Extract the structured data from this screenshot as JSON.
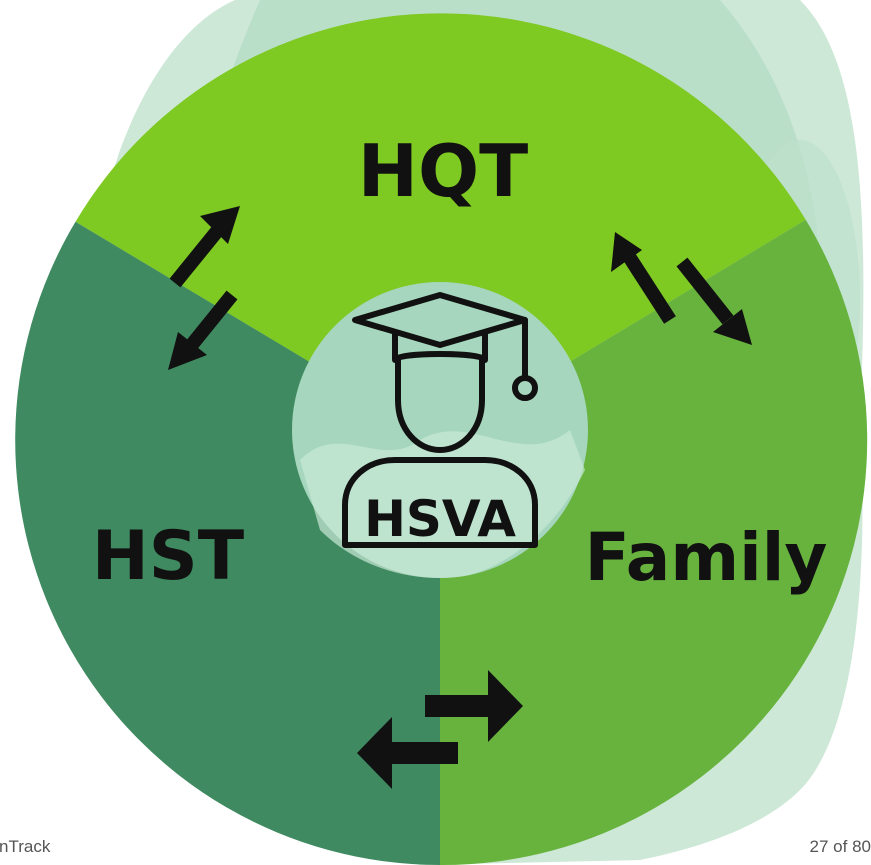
{
  "diagram": {
    "center_label": "HSVA",
    "segments": [
      {
        "id": "hqt",
        "label": "HQT",
        "color": "#7fc923"
      },
      {
        "id": "family",
        "label": "Family",
        "color": "#67b33d"
      },
      {
        "id": "hst",
        "label": "HST",
        "color": "#3f8a60"
      }
    ],
    "center_color": "#a6d6bd",
    "icons": {
      "center": "graduate-cap-icon",
      "hqt_hst": "double-arrow-icon",
      "hqt_family": "double-arrow-icon",
      "hst_family": "exchange-arrows-icon"
    }
  },
  "footer": {
    "left_text": "nTrack",
    "right_text": "27 of 80"
  }
}
